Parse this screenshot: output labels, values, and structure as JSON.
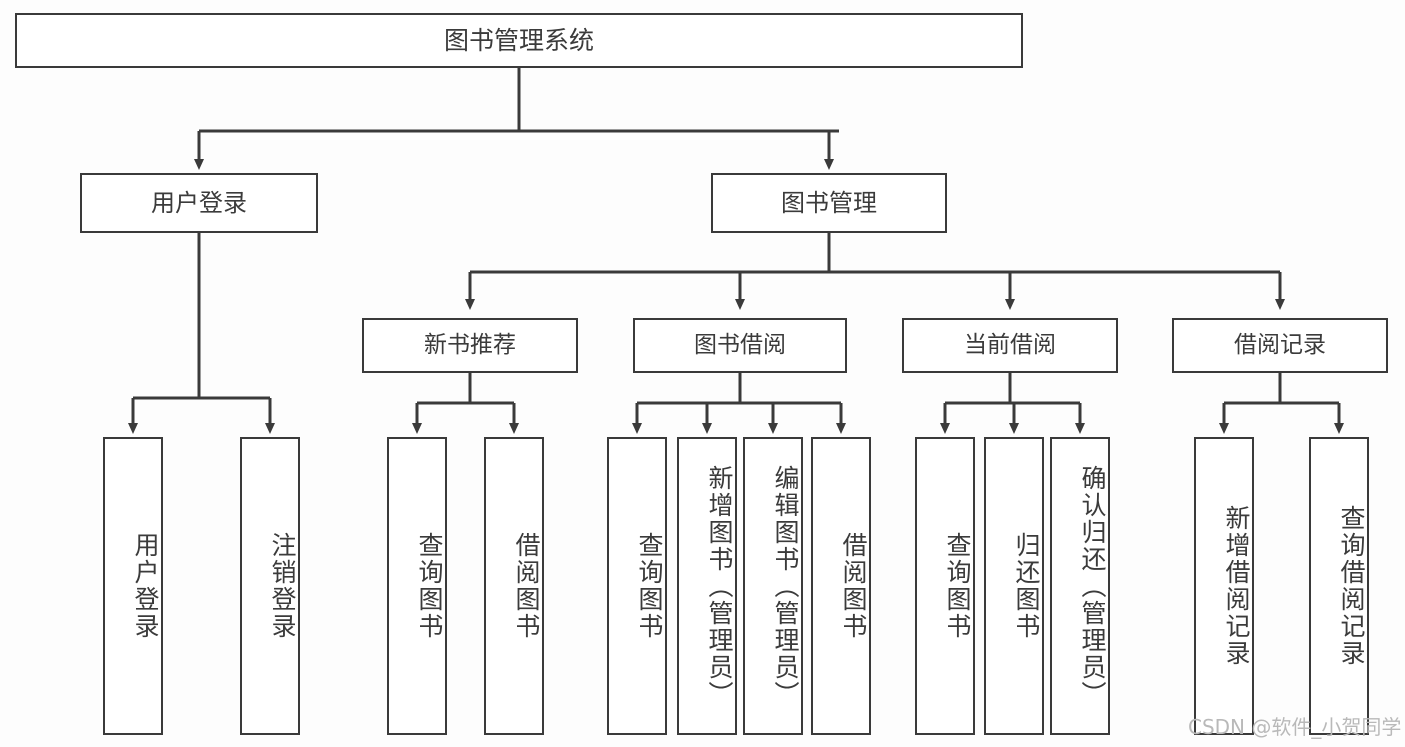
{
  "diagram": {
    "type": "hierarchy-tree",
    "title": "图书管理系统",
    "root": {
      "label": "图书管理系统"
    },
    "level2": [
      {
        "label": "用户登录"
      },
      {
        "label": "图书管理"
      }
    ],
    "level3": [
      {
        "label": "新书推荐"
      },
      {
        "label": "图书借阅"
      },
      {
        "label": "当前借阅"
      },
      {
        "label": "借阅记录"
      }
    ],
    "leaves": {
      "user_login": [
        {
          "label": "用户登录"
        },
        {
          "label": "注销登录"
        }
      ],
      "new_book_recommend": [
        {
          "label": "查询图书"
        },
        {
          "label": "借阅图书"
        }
      ],
      "book_borrow": [
        {
          "label": "查询图书"
        },
        {
          "label": "新增图书（管理员）"
        },
        {
          "label": "编辑图书（管理员）"
        },
        {
          "label": "借阅图书"
        }
      ],
      "current_borrow": [
        {
          "label": "查询图书"
        },
        {
          "label": "归还图书"
        },
        {
          "label": "确认归还（管理员）"
        }
      ],
      "borrow_records": [
        {
          "label": "新增借阅记录"
        },
        {
          "label": "查询借阅记录"
        }
      ]
    }
  },
  "watermark": {
    "text": "CSDN @软件_小贺同学"
  },
  "colors": {
    "background": "#fdfdfd",
    "box_fill": "#ffffff",
    "line": "#3a3a3a",
    "text": "#3b3b3b",
    "watermark": "#b9b9b9"
  }
}
